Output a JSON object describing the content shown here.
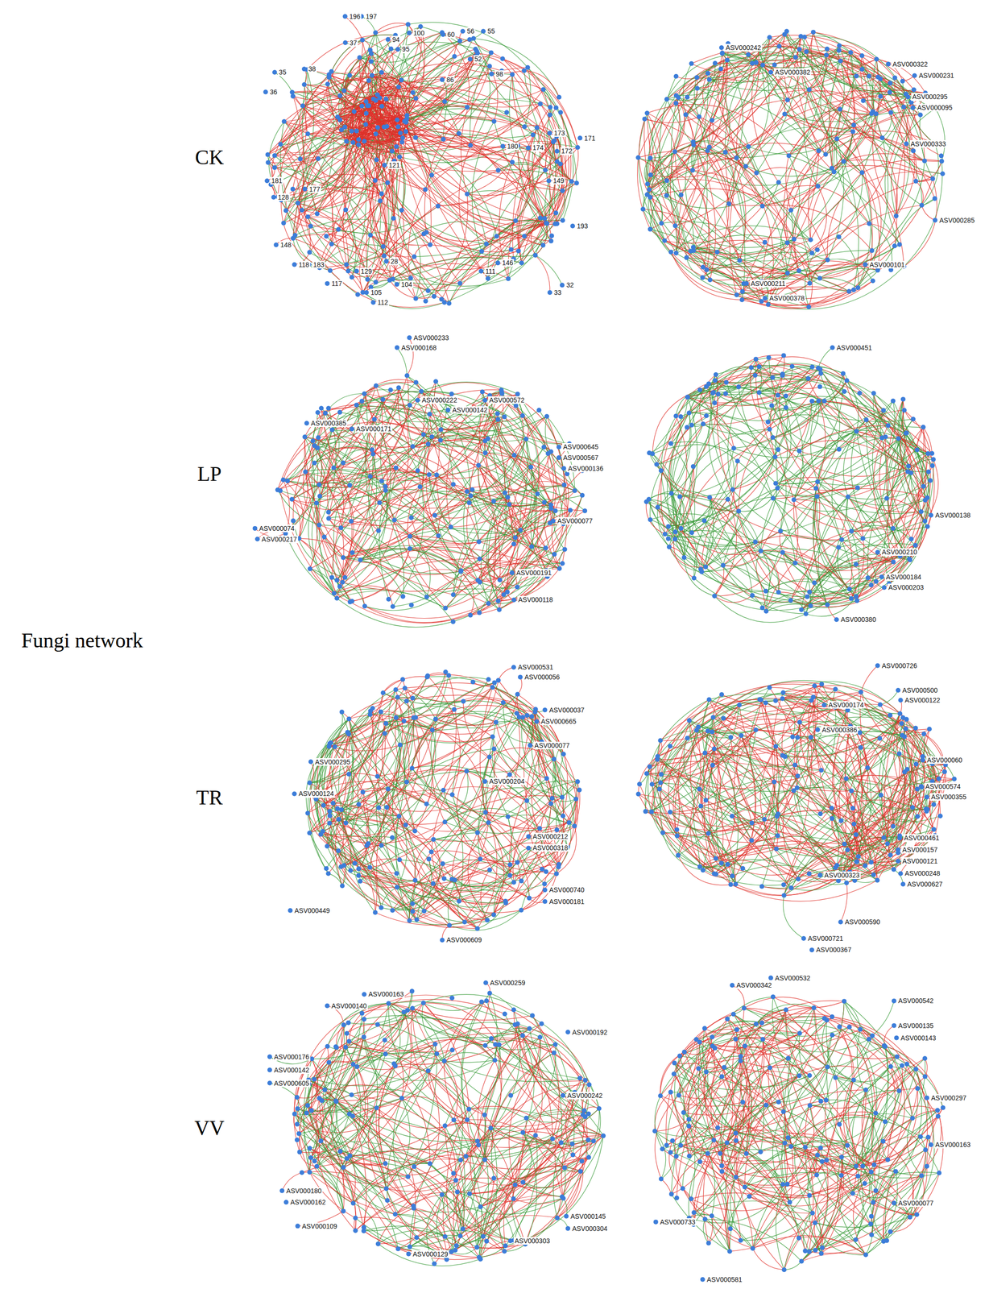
{
  "diagram": {
    "labels": [
      "Fungi network",
      "CK",
      "LP",
      "TR",
      "VV",
      "196",
      "197",
      "37",
      "94",
      "100",
      "95",
      "60",
      "56",
      "55",
      "35",
      "38",
      "36",
      "173",
      "171",
      "172",
      "181",
      "177",
      "128",
      "149",
      "193",
      "148",
      "118",
      "183",
      "117",
      "129",
      "28",
      "104",
      "105",
      "112",
      "33",
      "32",
      "111",
      "146",
      "121",
      "86",
      "52",
      "98",
      "180",
      "174",
      "ASV000242",
      "ASV000382",
      "ASV000322",
      "ASV000231",
      "ASV000295",
      "ASV000095",
      "ASV000333",
      "ASV000285",
      "ASV000211",
      "ASV000378",
      "ASV000101",
      "ASV000233",
      "ASV000168",
      "ASV000222",
      "ASV000572",
      "ASV000142",
      "ASV000385",
      "ASV000171",
      "ASV000645",
      "ASV000567",
      "ASV000136",
      "ASV000074",
      "ASV000217",
      "ASV000077",
      "ASV000191",
      "ASV000118",
      "ASV000451",
      "ASV000210",
      "ASV000184",
      "ASV000203",
      "ASV000380",
      "ASV000138",
      "ASV000531",
      "ASV000056",
      "ASV000295",
      "ASV000124",
      "ASV000665",
      "ASV000037",
      "ASV000077",
      "ASV000204",
      "ASV000212",
      "ASV000318",
      "ASV000740",
      "ASV000181",
      "ASV000449",
      "ASV000609",
      "ASV000726",
      "ASV000174",
      "ASV000500",
      "ASV000122",
      "ASV000386",
      "ASV000060",
      "ASV000574",
      "ASV000355",
      "ASV000461",
      "ASV000157",
      "ASV000121",
      "ASV000248",
      "ASV000627",
      "ASV000323",
      "ASV000590",
      "ASV000721",
      "ASV000367",
      "ASV000163",
      "ASV000259",
      "ASV000140",
      "ASV000176",
      "ASV000142",
      "ASV000605",
      "ASV000192",
      "ASV000242",
      "ASV000180",
      "ASV000162",
      "ASV000109",
      "ASV000145",
      "ASV000304",
      "ASV000303",
      "ASV000129",
      "ASV000532",
      "ASV000342",
      "ASV000542",
      "ASV000135",
      "ASV000143",
      "ASV000297",
      "ASV000163",
      "ASV000077",
      "ASV000733",
      "ASV000581"
    ]
  }
}
